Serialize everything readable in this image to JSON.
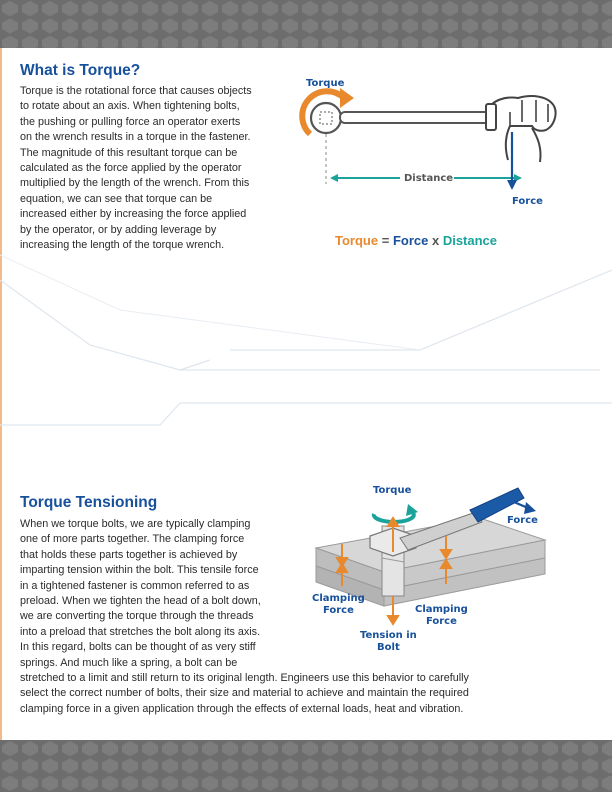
{
  "colors": {
    "title_blue": "#17509b",
    "torque_orange": "#e8892e",
    "distance_teal": "#1aa39a",
    "band_gray": "#6f6f6f"
  },
  "section1": {
    "title": "What is Torque?",
    "body_lines": [
      "Torque is the rotational force that causes objects",
      "to rotate about an axis. When tightening bolts,",
      "the pushing or pulling force an operator exerts",
      "on the wrench results in a torque in the fastener.",
      "The magnitude of this resultant torque can be",
      "calculated as the force applied by the operator",
      "multiplied by the length of the wrench. From this",
      "equation, we can see that torque can be",
      "increased either by increasing the force applied",
      "by the operator, or by adding leverage by",
      "increasing the length of the torque wrench."
    ],
    "diagram": {
      "torque_label": "Torque",
      "distance_label": "Distance",
      "force_label": "Force",
      "icons": [
        "wrench-icon",
        "hand-icon",
        "rotation-arrow-icon"
      ]
    },
    "formula": {
      "torque": "Torque",
      "equals": "=",
      "force": "Force",
      "times": "x",
      "distance": "Distance"
    }
  },
  "section2": {
    "title": "Torque Tensioning",
    "body_lines": [
      "When we torque bolts, we are typically clamping",
      "one of more parts together. The clamping force",
      "that holds these parts together is achieved by",
      "imparting tension within the bolt. This tensile force",
      "in a tightened fastener is common referred to as",
      "preload. When we tighten the head of a bolt down,",
      "we are converting the torque through the threads",
      "into a preload that stretches the bolt along its axis.",
      "In this regard, bolts can be thought of as very stiff",
      "springs. And much like a spring, a bolt can be",
      "stretched to a limit and still return to its original length. Engineers use this behavior to carefully",
      "select the correct number of bolts, their size and material to achieve and maintain the required",
      "clamping force in a given application through the effects of external loads, heat and vibration."
    ],
    "diagram": {
      "torque_label": "Torque",
      "force_label": "Force",
      "clamping_left": [
        "Clamping",
        "Force"
      ],
      "clamping_right": [
        "Clamping",
        "Force"
      ],
      "tension": [
        "Tension in",
        "Bolt"
      ],
      "icons": [
        "plate-icon",
        "bolt-icon",
        "nut-icon",
        "wrench-icon",
        "rotation-arrow-icon"
      ]
    }
  }
}
